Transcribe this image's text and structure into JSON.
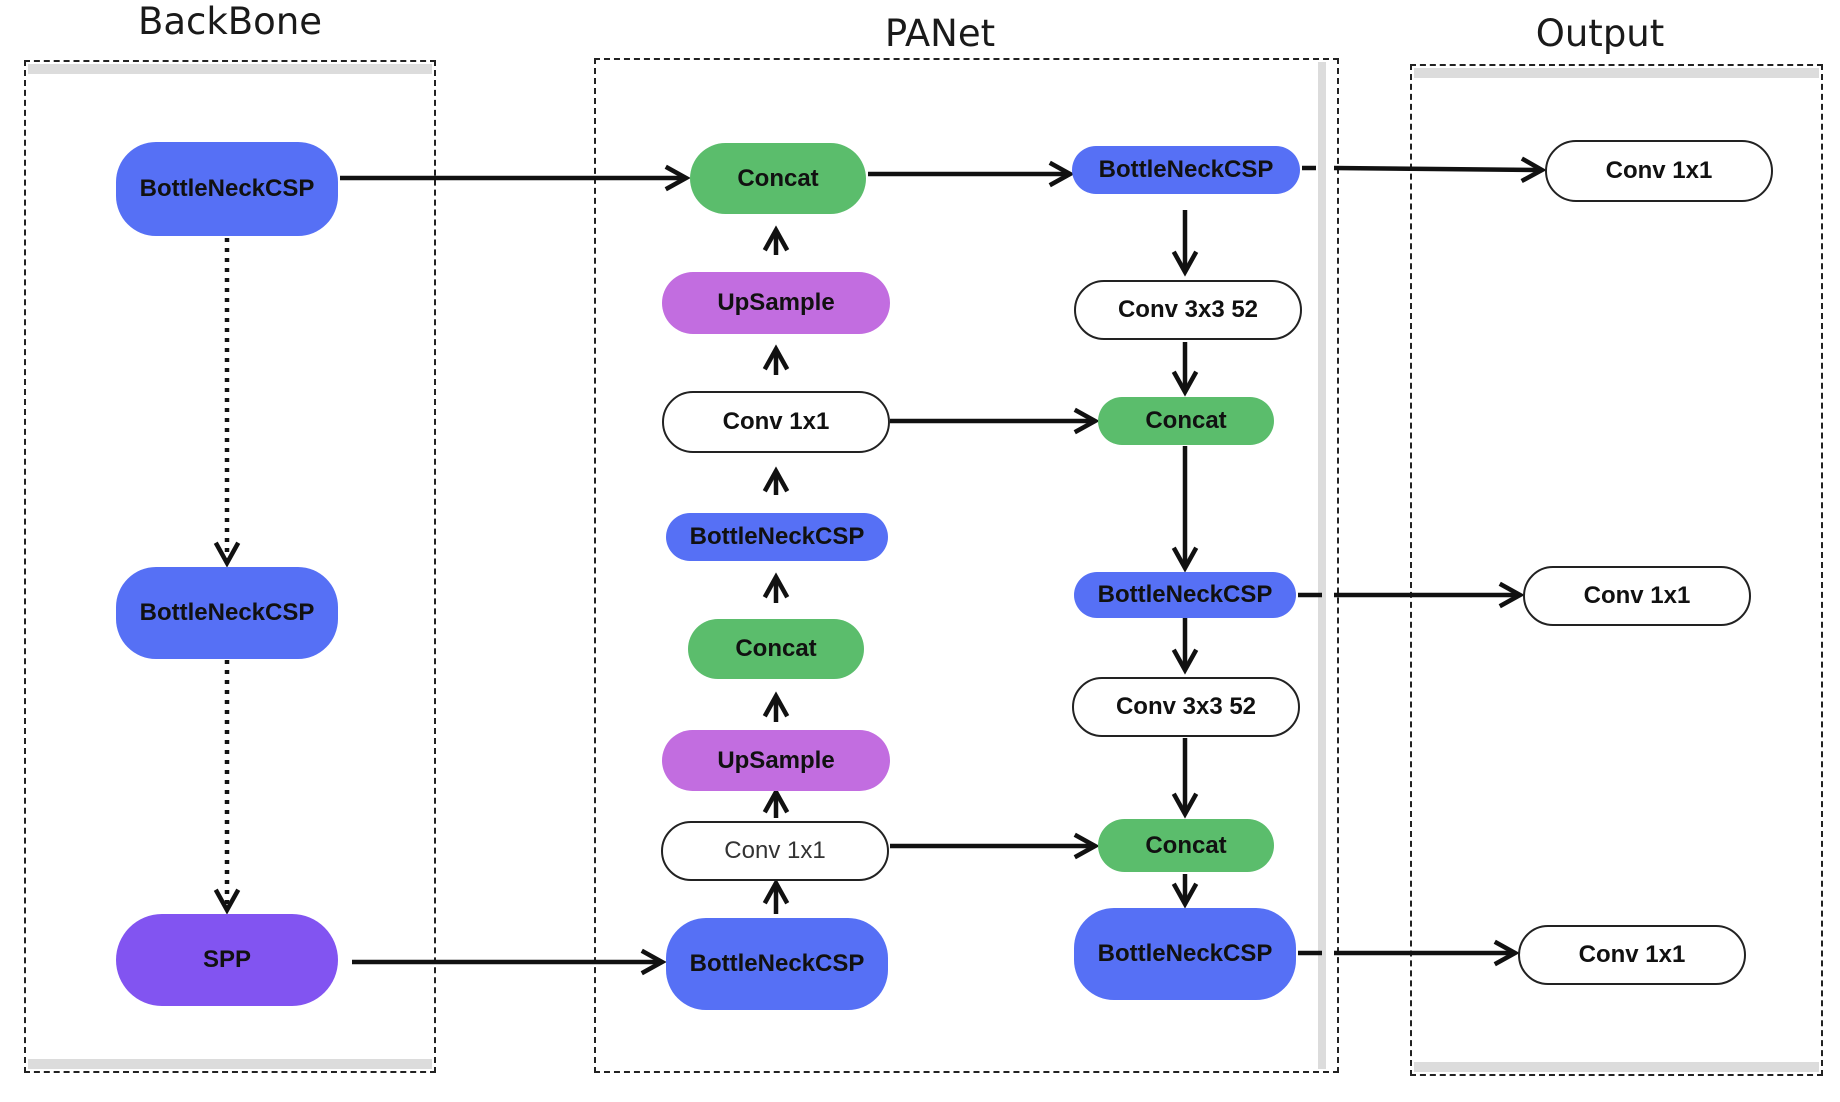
{
  "sections": {
    "backbone": "BackBone",
    "panet": "PANet",
    "output": "Output"
  },
  "nodes": {
    "bb_bottleneck_1": "BottleNeckCSP",
    "bb_bottleneck_2": "BottleNeckCSP",
    "bb_spp": "SPP",
    "pa_concat_top": "Concat",
    "pa_upsample_top": "UpSample",
    "pa_conv_upper": "Conv 1x1",
    "pa_bottleneck_mid": "BottleNeckCSP",
    "pa_concat_mid": "Concat",
    "pa_upsample_bottom": "UpSample",
    "pa_conv_lower": "Conv 1x1",
    "pa_bottleneck_bottom": "BottleNeckCSP",
    "pa_right_bottleneck_1": "BottleNeckCSP",
    "pa_right_conv3_1": "Conv 3x3 52",
    "pa_right_concat_1": "Concat",
    "pa_right_bottleneck_2": "BottleNeckCSP",
    "pa_right_conv3_2": "Conv 3x3 52",
    "pa_right_concat_2": "Concat",
    "pa_right_bottleneck_3": "BottleNeckCSP",
    "out_conv_1": "Conv 1x1",
    "out_conv_2": "Conv 1x1",
    "out_conv_3": "Conv 1x1"
  },
  "colors": {
    "bottleneck": "#5670f5",
    "concat": "#5bbd6c",
    "upsample": "#c26de0",
    "spp": "#8254f1",
    "conv": "#ffffff",
    "stroke": "#111111"
  }
}
